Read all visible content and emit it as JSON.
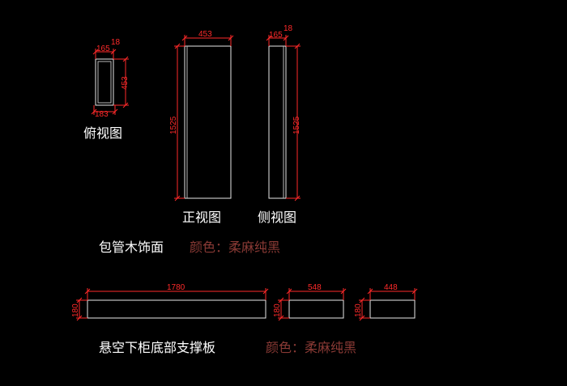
{
  "top_view": {
    "caption": "俯视图",
    "dims": {
      "depth_inner": "165",
      "thickness": "18",
      "height": "453",
      "depth_outer": "183"
    }
  },
  "front_view": {
    "caption": "正视图",
    "dims": {
      "width": "453",
      "height": "1525"
    }
  },
  "side_view": {
    "caption": "侧视图",
    "dims": {
      "depth": "165",
      "thickness": "18",
      "height": "1525"
    }
  },
  "wood_cladding": {
    "name": "包管木饰面",
    "color_label": "颜色：柔麻纯黑"
  },
  "boards": [
    {
      "length": "1780",
      "thickness": "180"
    },
    {
      "length": "548",
      "thickness": "180"
    },
    {
      "length": "448",
      "thickness": "180"
    }
  ],
  "support_board": {
    "name": "悬空下柜底部支撑板",
    "color_label": "颜色：柔麻纯黑"
  },
  "colors": {
    "line": "#ff2a2a",
    "outline": "#e8e8e8",
    "caption_color": "#8a3a35"
  }
}
